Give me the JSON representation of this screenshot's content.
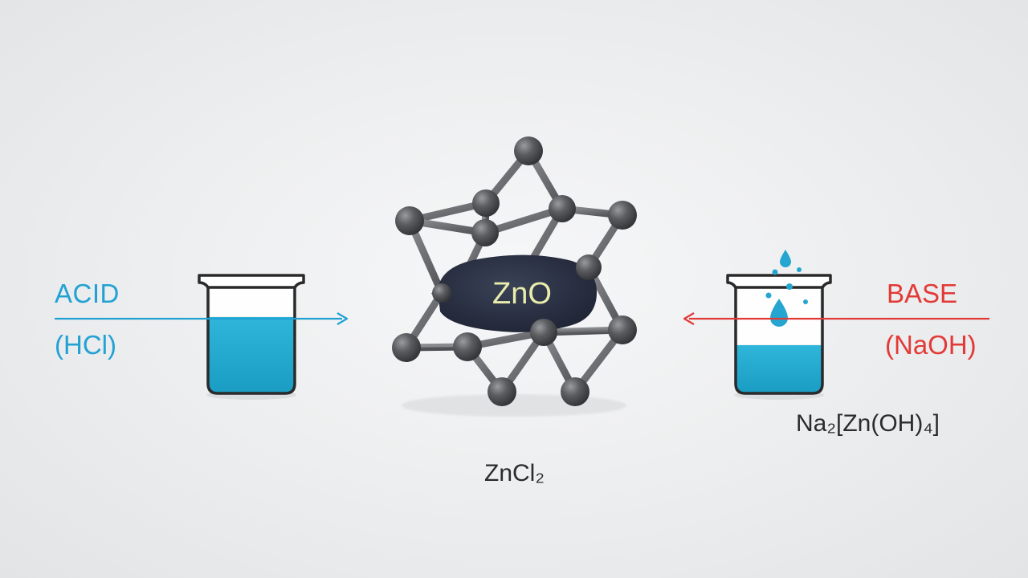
{
  "diagram": {
    "center_compound": "ZnO",
    "acid": {
      "label": "ACID",
      "formula": "(HCl)",
      "product": "ZnCl₂"
    },
    "base": {
      "label": "BASE",
      "formula": "(NaOH)",
      "product": "Na₂[Zn(OH)₄]"
    }
  },
  "colors": {
    "acid": "#22a2d4",
    "base": "#e23a36",
    "liquid": "#20a9cf",
    "atom": "#5a5b5e",
    "center_body": "#2c3345",
    "center_text": "#e9ecab",
    "text": "#2b2b2b"
  },
  "icons": [
    "acid-beaker-icon",
    "base-beaker-icon",
    "droplet-icon",
    "zno-lattice-icon"
  ]
}
